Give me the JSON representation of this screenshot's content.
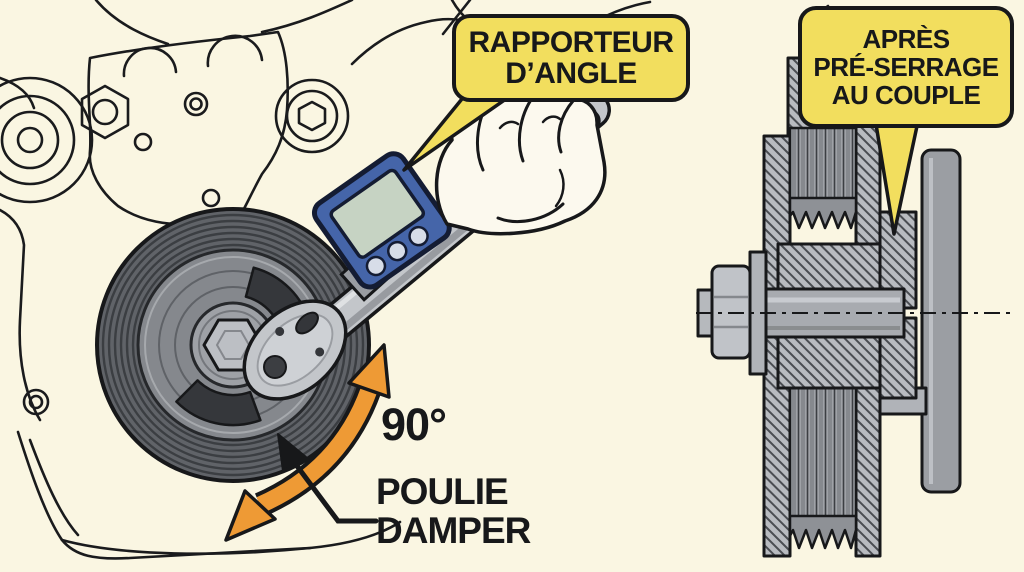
{
  "scene": {
    "background_color": "#FAF6E2",
    "line_color": "#17181A"
  },
  "callouts": {
    "angle_gauge": {
      "lines": [
        "RAPPORTEUR",
        "D’ANGLE"
      ],
      "bubble_color": "#F2DE5E",
      "border_color": "#17181A"
    },
    "after_pre_torque": {
      "lines": [
        "APRÈS",
        "PRÉ-SERRAGE",
        "AU COUPLE"
      ],
      "bubble_color": "#F2DE5E",
      "border_color": "#17181A"
    }
  },
  "annotations": {
    "rotation_angle": "90°",
    "pulley_label_lines": [
      "POULIE",
      "DAMPER"
    ],
    "rotation_arrow_color": "#EE9A35"
  },
  "parts_colors": {
    "pulley_rim": "#606368",
    "pulley_face": "#85888D",
    "wrench_metal": "#C3C6CA",
    "gauge_body": "#4565A9",
    "gauge_screen": "#C6D3C3",
    "handle_collar": "#4F8B82",
    "section_metal": "#B2B5BA",
    "hand_skin": "#FCF9EE"
  }
}
